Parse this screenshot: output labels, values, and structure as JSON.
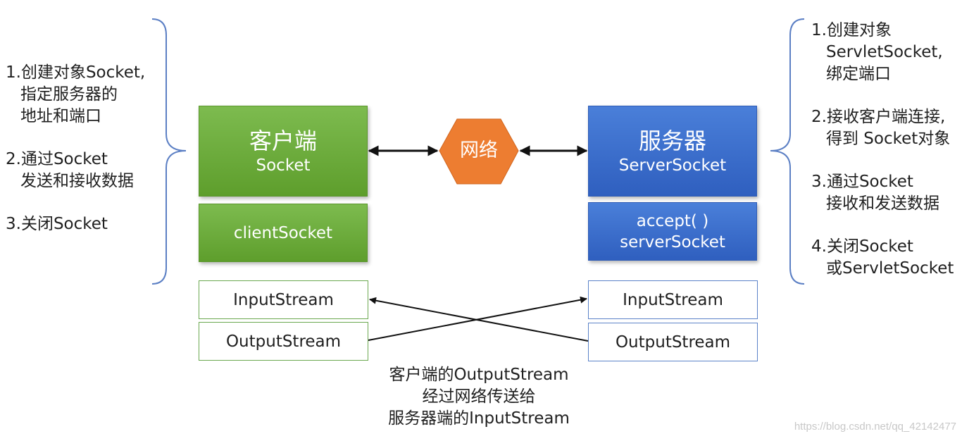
{
  "colors": {
    "client": "#6aa84f",
    "server": "#3b6fd0",
    "network": "#ed7d31",
    "brace": "#5b7fc4"
  },
  "left_steps": [
    {
      "lines": [
        "1.创建对象Socket,",
        "指定服务器的",
        "地址和端口"
      ]
    },
    {
      "lines": [
        "2.通过Socket",
        "发送和接收数据"
      ]
    },
    {
      "lines": [
        "3.关闭Socket"
      ]
    }
  ],
  "right_steps": [
    {
      "lines": [
        "1.创建对象",
        "ServletSocket,",
        "绑定端口"
      ]
    },
    {
      "lines": [
        "2.接收客户端连接,",
        "得到 Socket对象"
      ]
    },
    {
      "lines": [
        "3.通过Socket",
        "接收和发送数据"
      ]
    },
    {
      "lines": [
        "4.关闭Socket",
        "或ServletSocket"
      ]
    }
  ],
  "client": {
    "title": "客户端",
    "subtitle": "Socket",
    "socket_label": "clientSocket",
    "input_stream": "InputStream",
    "output_stream": "OutputStream"
  },
  "server": {
    "title": "服务器",
    "subtitle": "ServerSocket",
    "accept_label": "accept( )",
    "socket_label": "serverSocket",
    "input_stream": "InputStream",
    "output_stream": "OutputStream"
  },
  "network": {
    "label": "网络"
  },
  "caption": {
    "lines": [
      "客户端的OutputStream",
      "经过网络传送给",
      "服务器端的InputStream"
    ]
  },
  "watermark": "https://blog.csdn.net/qq_42142477"
}
